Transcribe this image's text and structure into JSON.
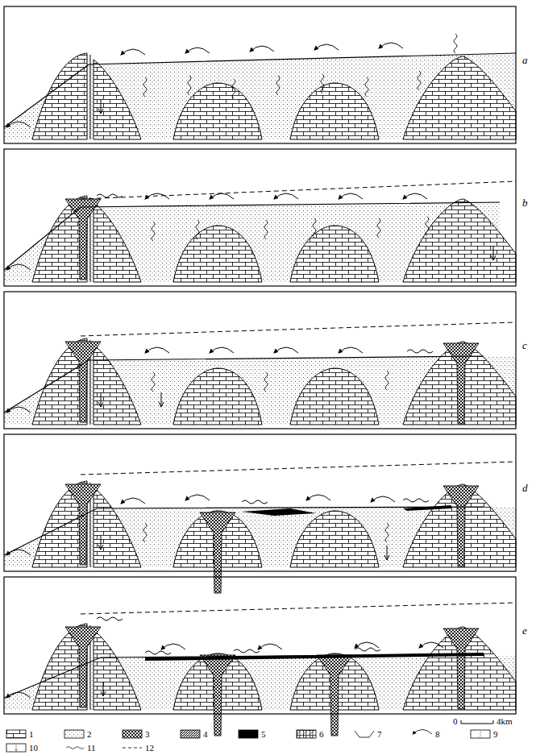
{
  "diagram": {
    "labels": [
      "a",
      "b",
      "c",
      "d",
      "e",
      "0",
      "4km"
    ],
    "legend": [
      {
        "text": "1"
      },
      {
        "text": "2"
      },
      {
        "text": "3"
      },
      {
        "text": "4"
      },
      {
        "text": "5"
      },
      {
        "text": "6"
      },
      {
        "text": "7"
      },
      {
        "text": "8"
      },
      {
        "text": "9"
      },
      {
        "text": "10"
      },
      {
        "text": "11"
      },
      {
        "text": "12"
      }
    ]
  }
}
